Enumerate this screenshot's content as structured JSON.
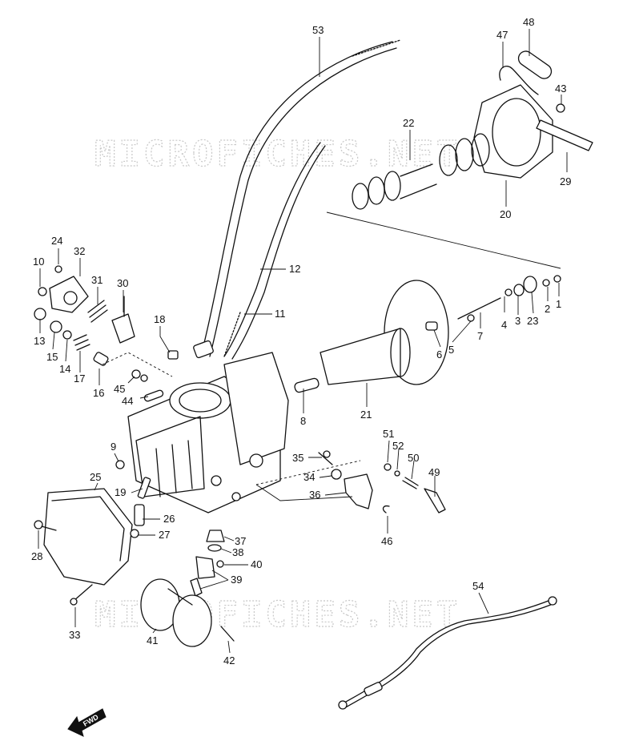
{
  "watermark": {
    "text": "MICROFICHES.NET"
  },
  "fwd_label": "FWD",
  "callouts": [
    "53",
    "48",
    "47",
    "43",
    "22",
    "29",
    "20",
    "24",
    "32",
    "10",
    "31",
    "30",
    "12",
    "11",
    "18",
    "13",
    "15",
    "14",
    "17",
    "16",
    "45",
    "44",
    "8",
    "21",
    "7",
    "6",
    "5",
    "4",
    "3",
    "23",
    "2",
    "1",
    "9",
    "25",
    "19",
    "26",
    "27",
    "28",
    "35",
    "34",
    "36",
    "51",
    "52",
    "50",
    "49",
    "46",
    "37",
    "38",
    "40",
    "39",
    "41",
    "42",
    "33",
    "54"
  ]
}
